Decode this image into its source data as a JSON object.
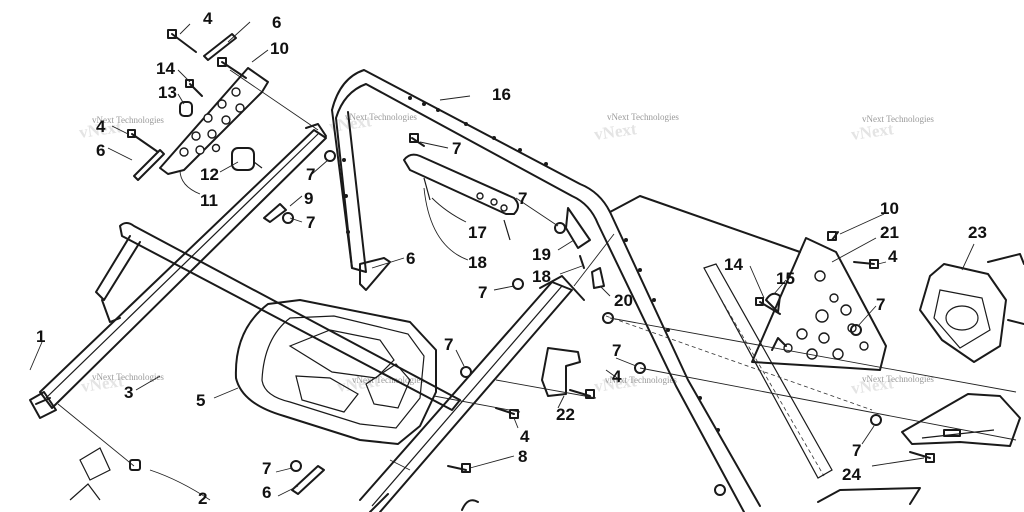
{
  "watermark": "vNext Technologies",
  "callouts": {
    "c1": "1",
    "c2": "2",
    "c3": "3",
    "c4a": "4",
    "c4b": "4",
    "c4c": "4",
    "c4d": "4",
    "c4e": "4",
    "c5": "5",
    "c6a": "6",
    "c6b": "6",
    "c6c": "6",
    "c6d": "6",
    "c7a": "7",
    "c7b": "7",
    "c7c": "7",
    "c7d": "7",
    "c7e": "7",
    "c7f": "7",
    "c7g": "7",
    "c7h": "7",
    "c7i": "7",
    "c7j": "7",
    "c8": "8",
    "c9": "9",
    "c10a": "10",
    "c10b": "10",
    "c11": "11",
    "c12": "12",
    "c13": "13",
    "c14a": "14",
    "c14b": "14",
    "c15": "15",
    "c16": "16",
    "c17": "17",
    "c18a": "18",
    "c18b": "18",
    "c19": "19",
    "c20": "20",
    "c21": "21",
    "c22": "22",
    "c23": "23",
    "c24": "24"
  }
}
